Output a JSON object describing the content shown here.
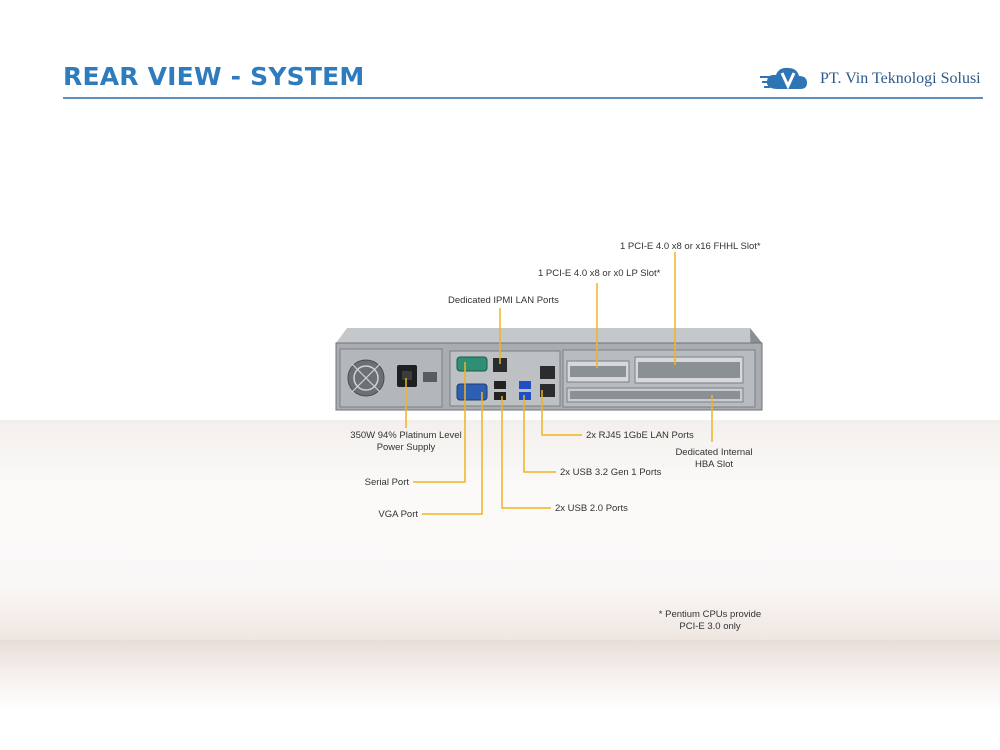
{
  "header": {
    "title": "REAR VIEW - SYSTEM",
    "logo_text": "PT. Vin Teknologi Solusi"
  },
  "callouts": {
    "pcie_x16": "1 PCI-E 4.0 x8 or x16 FHHL Slot*",
    "pcie_lp": "1 PCI-E 4.0 x8 or x0 LP Slot*",
    "ipmi": "Dedicated IPMI LAN Ports",
    "psu_line1": "350W 94% Platinum Level",
    "psu_line2": "Power Supply",
    "serial": "Serial Port",
    "vga": "VGA Port",
    "lan": "2x RJ45 1GbE LAN Ports",
    "usb3": "2x USB 3.2 Gen 1 Ports",
    "usb2": "2x USB 2.0 Ports",
    "hba_line1": "Dedicated Internal",
    "hba_line2": "HBA Slot"
  },
  "footnote": {
    "line1": "* Pentium CPUs provide",
    "line2": "PCI-E 3.0 only"
  },
  "colors": {
    "accent": "#2e7bbd",
    "leader": "#f2b222",
    "chassis": "#8e9398"
  }
}
